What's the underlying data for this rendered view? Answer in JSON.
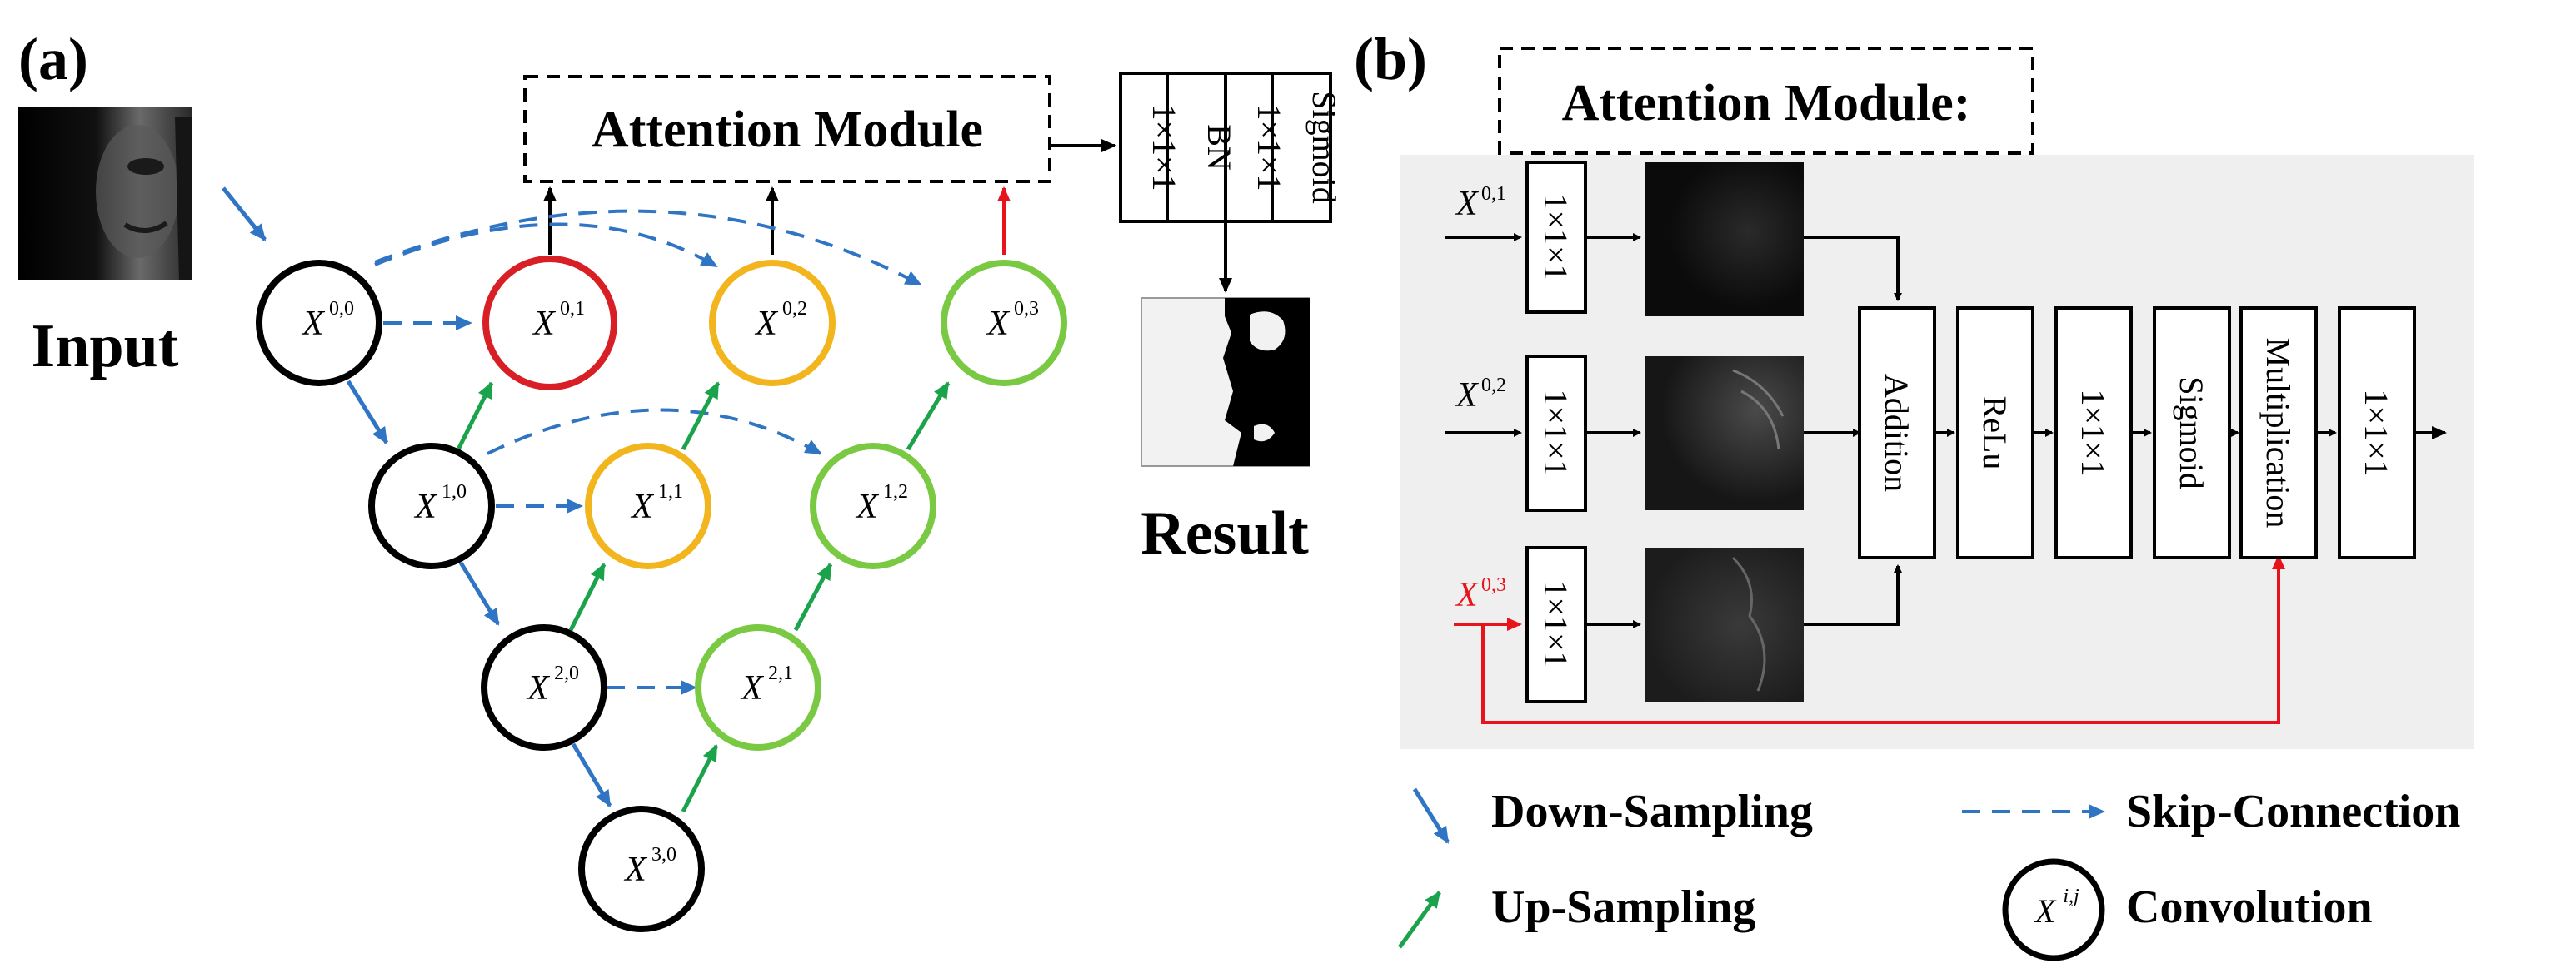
{
  "panel_a": {
    "label": "(a)",
    "input_label": "Input",
    "result_label": "Result",
    "attention_module_label": "Attention Module",
    "side_stack": [
      "1×1×1",
      "BN",
      "1×1×1",
      "Sigmoid"
    ],
    "nodes": [
      {
        "id": "X00",
        "base": "X",
        "sup": "0,0",
        "color": "#000000"
      },
      {
        "id": "X10",
        "base": "X",
        "sup": "1,0",
        "color": "#000000"
      },
      {
        "id": "X20",
        "base": "X",
        "sup": "2,0",
        "color": "#000000"
      },
      {
        "id": "X30",
        "base": "X",
        "sup": "3,0",
        "color": "#000000"
      },
      {
        "id": "X01",
        "base": "X",
        "sup": "0,1",
        "color": "#d81f26"
      },
      {
        "id": "X11",
        "base": "X",
        "sup": "1,1",
        "color": "#f2b51d"
      },
      {
        "id": "X02",
        "base": "X",
        "sup": "0,2",
        "color": "#f2b51d"
      },
      {
        "id": "X21",
        "base": "X",
        "sup": "2,1",
        "color": "#7ac943"
      },
      {
        "id": "X12",
        "base": "X",
        "sup": "1,2",
        "color": "#7ac943"
      },
      {
        "id": "X03",
        "base": "X",
        "sup": "0,3",
        "color": "#7ac943"
      }
    ]
  },
  "panel_b": {
    "label": "(b)",
    "title": "Attention Module:",
    "inputs": [
      {
        "base": "X",
        "sup": "0,1",
        "conv": "1×1×1"
      },
      {
        "base": "X",
        "sup": "0,2",
        "conv": "1×1×1"
      },
      {
        "base": "X",
        "sup": "0,3",
        "conv": "1×1×1"
      }
    ],
    "pipeline": [
      "Addition",
      "ReLu",
      "1×1×1",
      "Sigmoid",
      "Multiplication",
      "1×1×1"
    ]
  },
  "legend": {
    "down_sampling": "Down-Sampling",
    "skip_connection": "Skip-Connection",
    "up_sampling": "Up-Sampling",
    "convolution": "Convolution",
    "conv_symbol_base": "X",
    "conv_symbol_sup": "i,j"
  },
  "colors": {
    "down": "#2f75c4",
    "skip": "#2f75c4",
    "up": "#1aa34a",
    "red": "#e8141b",
    "panel_bg": "#efefef"
  }
}
